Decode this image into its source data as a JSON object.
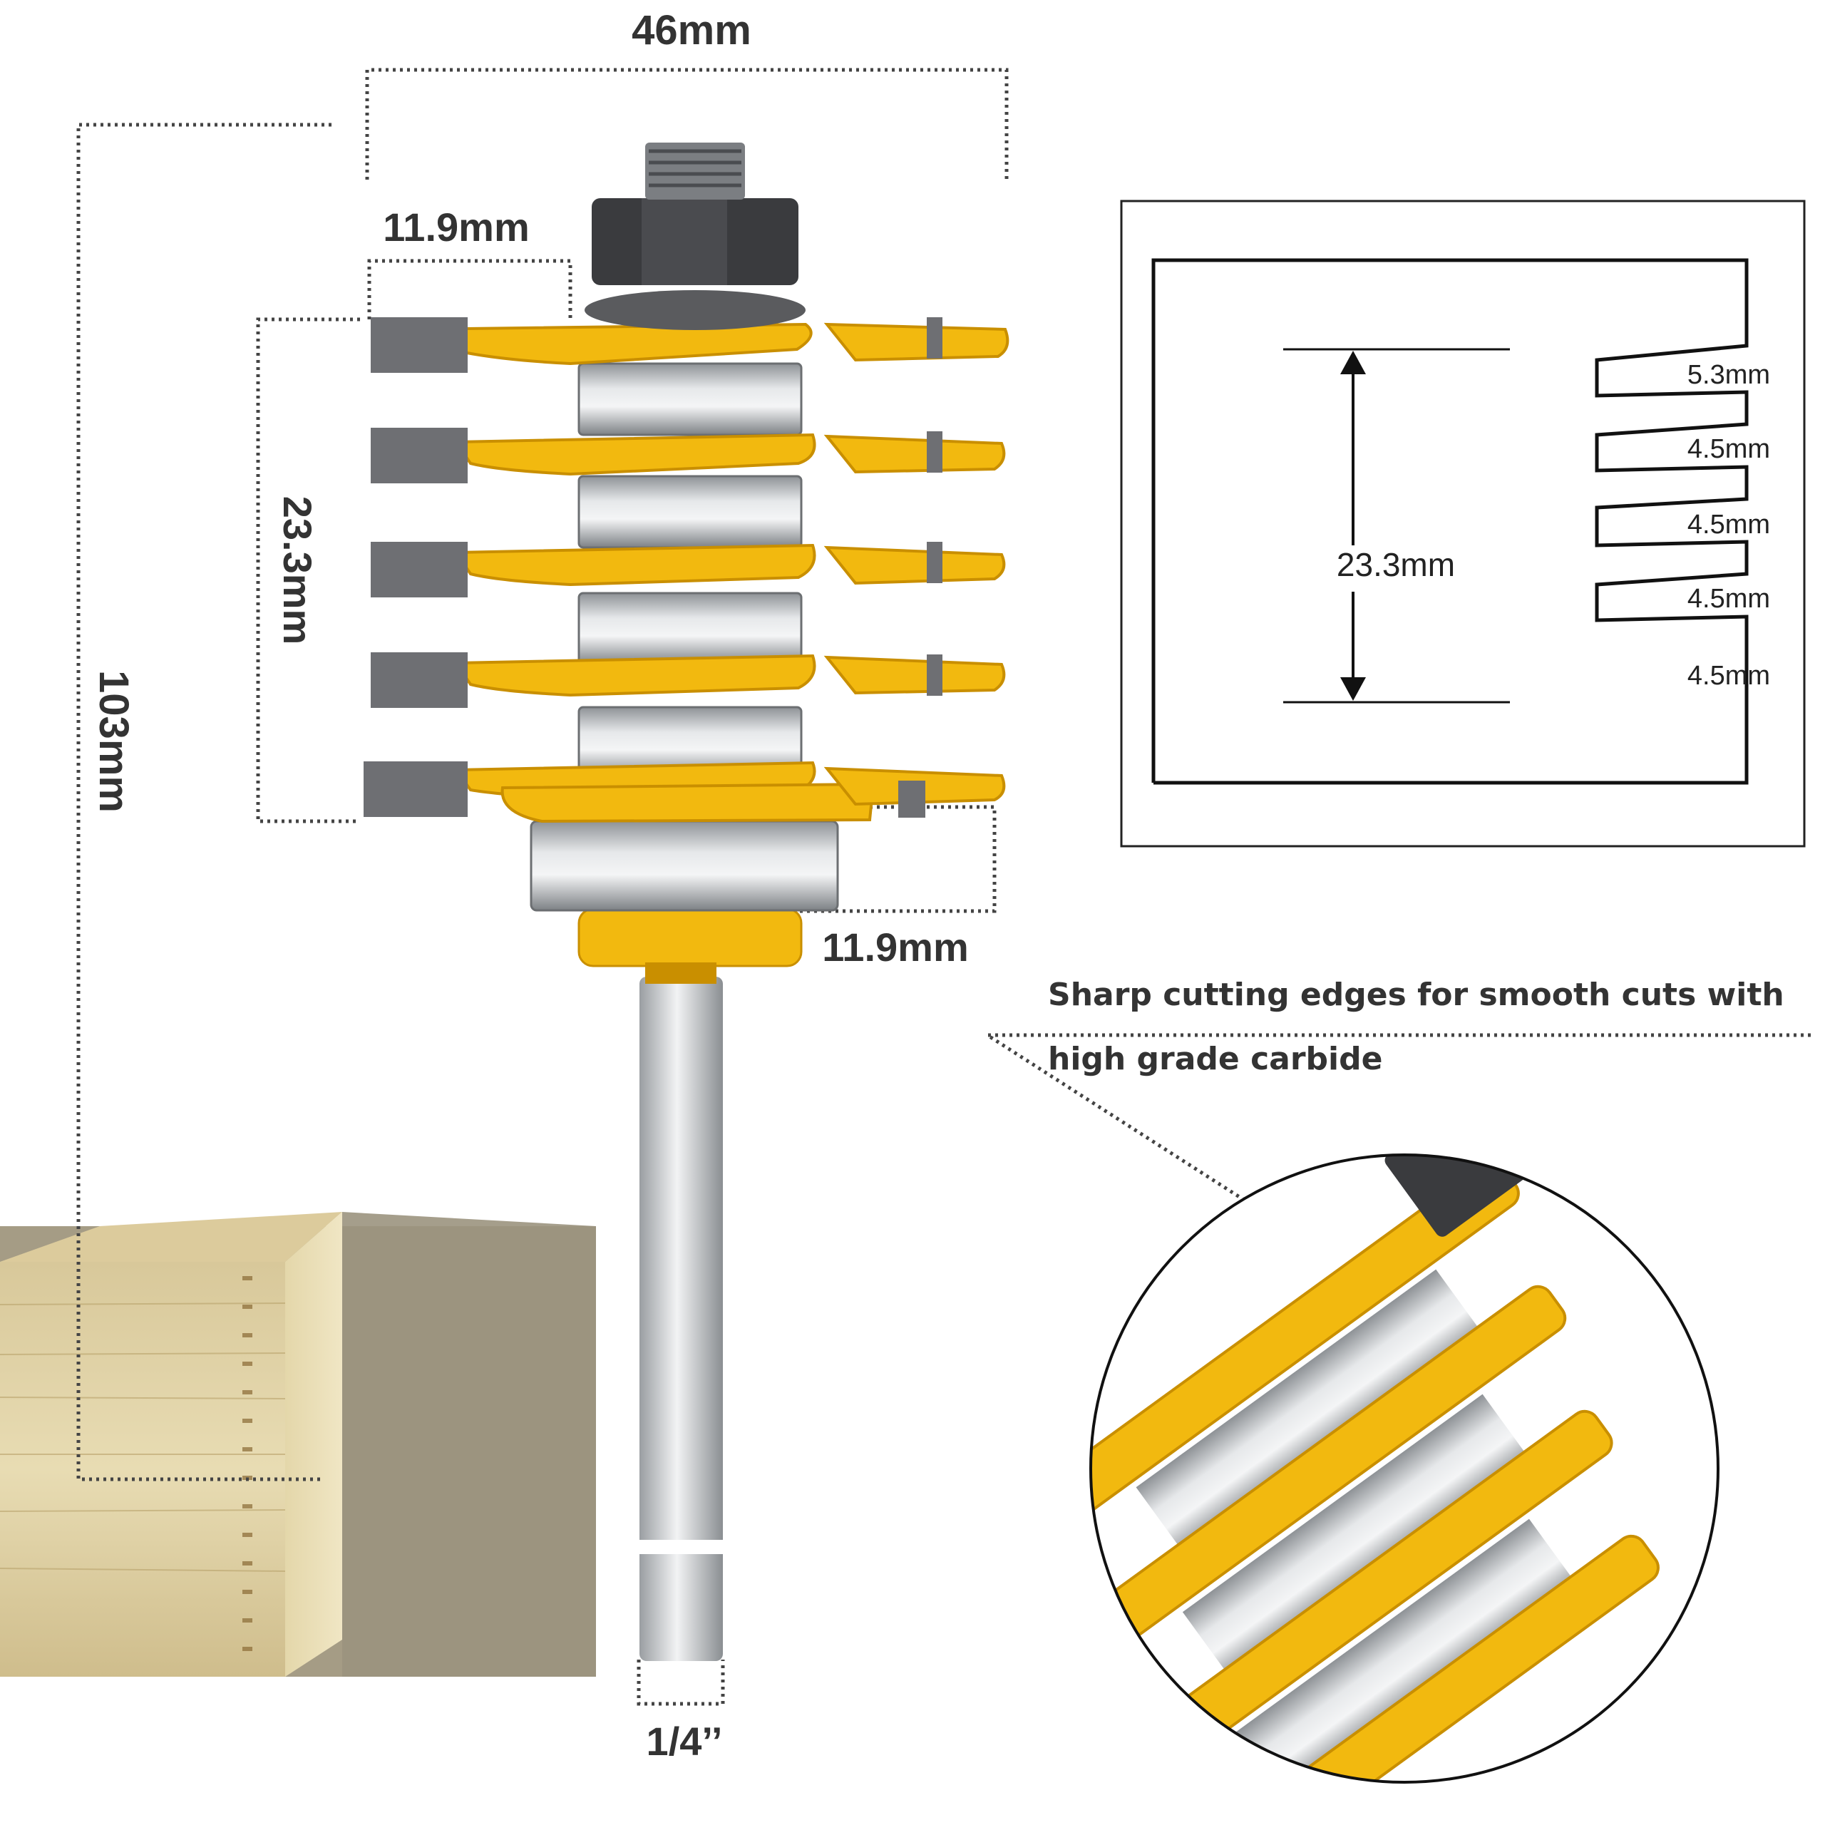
{
  "dimensions": {
    "width_top": "46mm",
    "tooth_height_top": "11.9mm",
    "stack_height": "23.3mm",
    "overall_length": "103mm",
    "tooth_depth_bottom": "11.9mm",
    "shank": "1/4’’"
  },
  "profile_diagram": {
    "height_label": "23.3mm",
    "finger_labels": [
      "5.3mm",
      "4.5mm",
      "4.5mm",
      "4.5mm",
      "4.5mm"
    ]
  },
  "callout": {
    "line1": "Sharp cutting edges for smooth cuts with",
    "line2": "high grade carbide"
  },
  "colors": {
    "yellow": "#f2b90f",
    "yellow_dark": "#c98f00",
    "steel": "#b9bcbf",
    "carbide": "#6e6f73",
    "nut": "#3a3b3e"
  }
}
